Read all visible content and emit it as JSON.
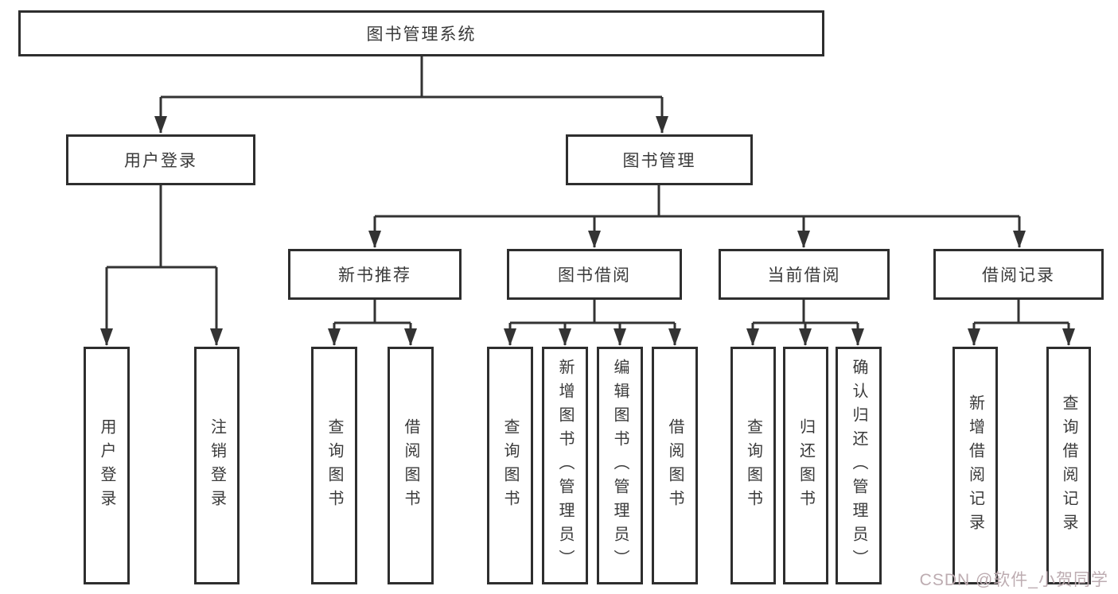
{
  "colors": {
    "background": "#ffffff",
    "line": "#333333",
    "box_border": "#2e2e2e",
    "text": "#3a3a3a",
    "watermark_text": "#bdacb1"
  },
  "tree": {
    "root": {
      "label": "图书管理系统"
    },
    "level1": [
      {
        "label": "用户登录",
        "children": [
          {
            "label": "用户登录"
          },
          {
            "label": "注销登录"
          }
        ]
      },
      {
        "label": "图书管理",
        "children": [
          {
            "label": "新书推荐",
            "children": [
              {
                "label": "查询图书"
              },
              {
                "label": "借阅图书"
              }
            ]
          },
          {
            "label": "图书借阅",
            "children": [
              {
                "label": "查询图书"
              },
              {
                "label": "新增图书（管理员）"
              },
              {
                "label": "编辑图书（管理员）"
              },
              {
                "label": "借阅图书"
              }
            ]
          },
          {
            "label": "当前借阅",
            "children": [
              {
                "label": "查询图书"
              },
              {
                "label": "归还图书"
              },
              {
                "label": "确认归还（管理员）"
              }
            ]
          },
          {
            "label": "借阅记录",
            "children": [
              {
                "label": "新增借阅记录"
              },
              {
                "label": "查询借阅记录"
              }
            ]
          }
        ]
      }
    ]
  },
  "watermark": {
    "text": "CSDN @软件_小贺同学"
  }
}
